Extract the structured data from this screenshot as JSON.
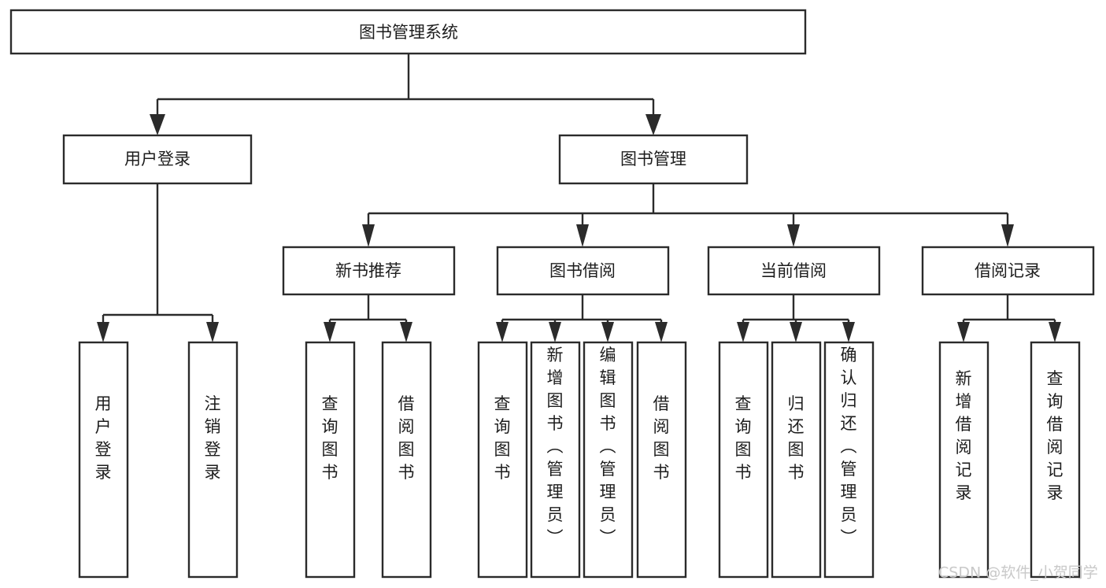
{
  "diagram": {
    "title": "图书管理系统",
    "type": "tree-hierarchy-chart",
    "orientation": "top-down",
    "colors": {
      "box_stroke": "#2b2b2b",
      "box_fill": "#ffffff",
      "text": "#1d1d1d",
      "connector": "#2b2b2b",
      "watermark": "#c9c9c9",
      "background": "#ffffff"
    }
  },
  "root": {
    "label": "图书管理系统"
  },
  "level2": [
    {
      "label": "用户登录"
    },
    {
      "label": "图书管理"
    }
  ],
  "level3": [
    {
      "label": "新书推荐"
    },
    {
      "label": "图书借阅"
    },
    {
      "label": "当前借阅"
    },
    {
      "label": "借阅记录"
    }
  ],
  "leaves": {
    "user_login": [
      {
        "label": "用户登录"
      },
      {
        "label": "注销登录"
      }
    ],
    "new_book_recommend": [
      {
        "label": "查询图书"
      },
      {
        "label": "借阅图书"
      }
    ],
    "book_borrow": [
      {
        "label": "查询图书"
      },
      {
        "label": "新增图书（管理员）"
      },
      {
        "label": "编辑图书（管理员）"
      },
      {
        "label": "借阅图书"
      }
    ],
    "current_borrow": [
      {
        "label": "查询图书"
      },
      {
        "label": "归还图书"
      },
      {
        "label": "确认归还（管理员）"
      }
    ],
    "borrow_record": [
      {
        "label": "新增借阅记录"
      },
      {
        "label": "查询借阅记录"
      }
    ]
  },
  "watermark": {
    "text": "CSDN @软件_小贺同学"
  }
}
